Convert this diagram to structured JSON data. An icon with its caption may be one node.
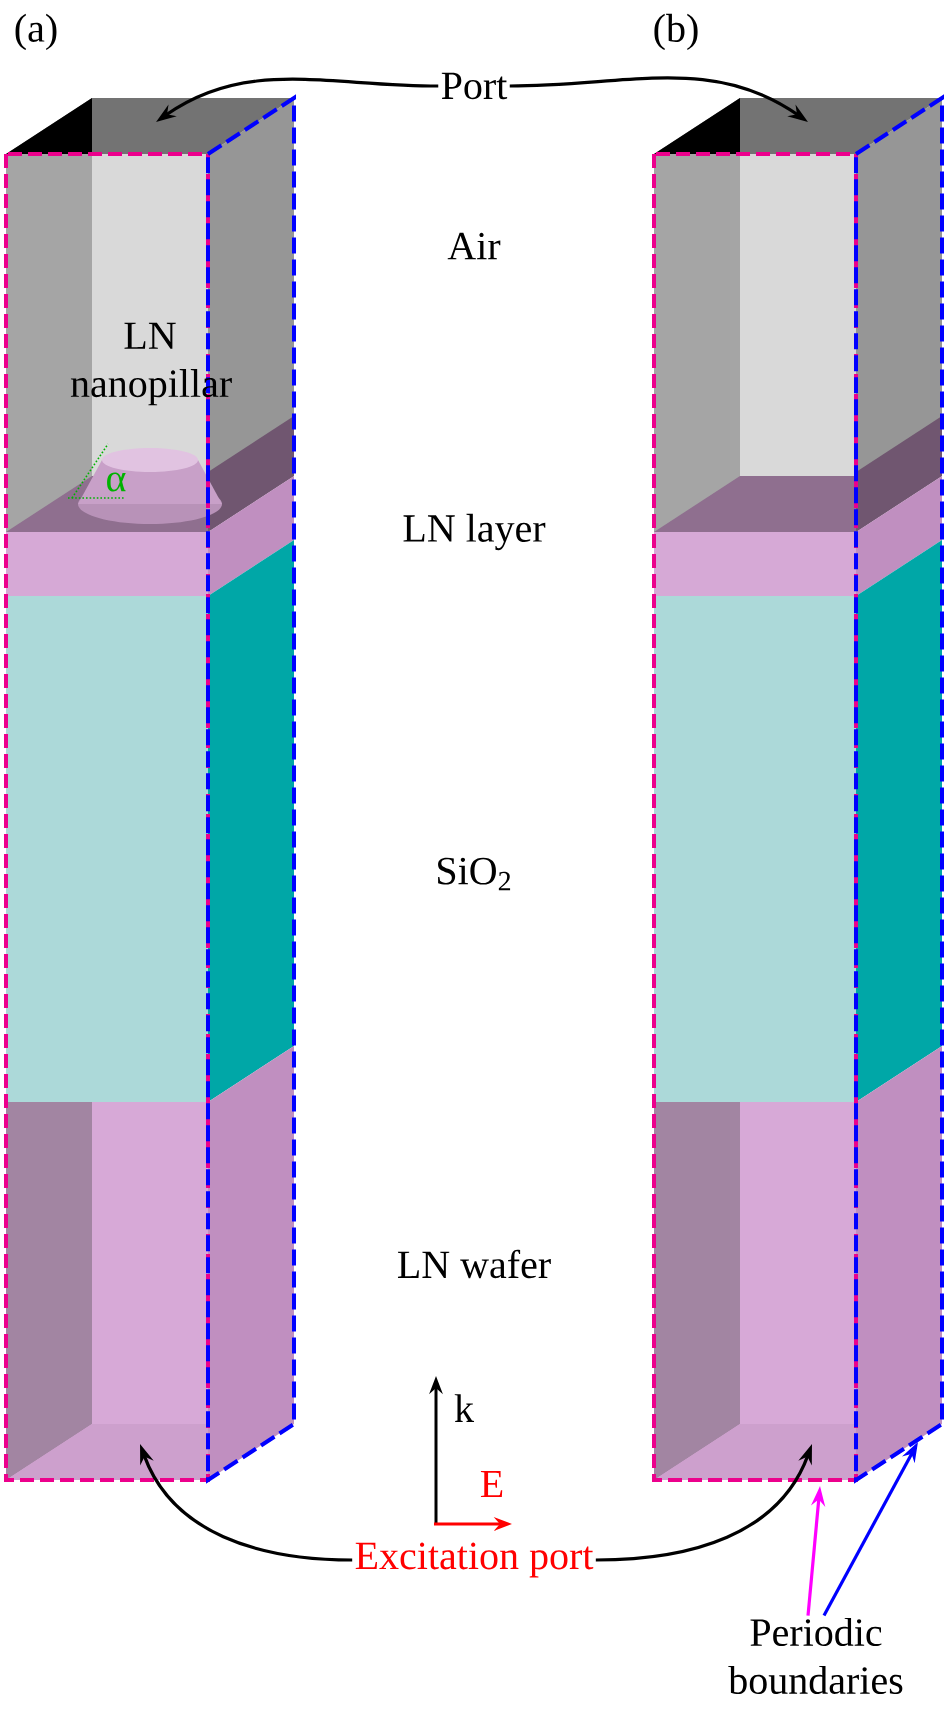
{
  "diagram": {
    "nodes": [
      {
        "text": [
          "Port"
        ]
      },
      {
        "text": [
          "Excitation port"
        ]
      },
      {
        "text": [
          "Periodic boundaries"
        ]
      }
    ],
    "edges": [
      {
        "from": 0,
        "to": null,
        "arrow": "to"
      },
      {
        "from": 0,
        "to": null,
        "arrow": "to"
      },
      {
        "from": 1,
        "to": null,
        "arrow": "to"
      },
      {
        "from": 1,
        "to": null,
        "arrow": "to"
      },
      {
        "from": 2,
        "to": null,
        "arrow": "to",
        "color": "#ff00ff"
      },
      {
        "from": 2,
        "to": null,
        "arrow": "to",
        "color": "#0000ff"
      }
    ],
    "labels": [
      "(a)",
      "(b)",
      "Air",
      "LN nanopillar",
      "α",
      "LN layer",
      "SiO$_{2}$",
      "LN wafer",
      "k",
      "E"
    ]
  }
}
